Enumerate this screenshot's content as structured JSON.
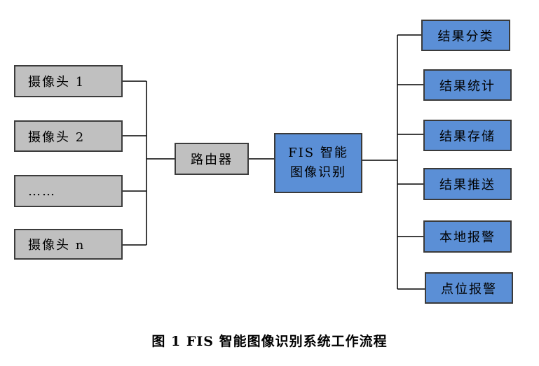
{
  "cameras": [
    {
      "label": "摄像头 1"
    },
    {
      "label": "摄像头 2"
    },
    {
      "label": "……"
    },
    {
      "label": "摄像头 n"
    }
  ],
  "router": {
    "label": "路由器"
  },
  "core": {
    "line1": "FIS 智能",
    "line2": "图像识别"
  },
  "outputs": [
    {
      "label": "结果分类"
    },
    {
      "label": "结果统计"
    },
    {
      "label": "结果存储"
    },
    {
      "label": "结果推送"
    },
    {
      "label": "本地报警"
    },
    {
      "label": "点位报警"
    }
  ],
  "caption": "图 1 FIS 智能图像识别系统工作流程",
  "colors": {
    "camera_fill": "#c0c0c0",
    "router_fill": "#c0c0c0",
    "process_fill": "#5b8fd6",
    "line": "#000000"
  }
}
